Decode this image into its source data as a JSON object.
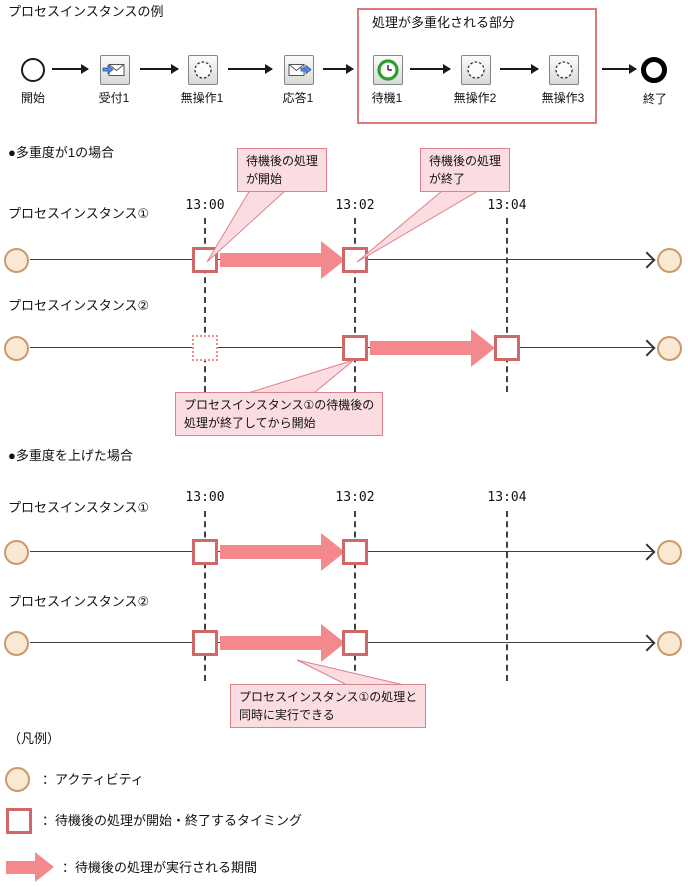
{
  "title": "プロセスインスタンスの例",
  "flow": {
    "box_label": "処理が多重化される部分",
    "nodes": {
      "start": "開始",
      "receive": "受付1",
      "noop1": "無操作1",
      "reply": "応答1",
      "wait": "待機1",
      "noop2": "無操作2",
      "noop3": "無操作3",
      "end": "終了"
    }
  },
  "times": {
    "t0": "13:00",
    "t1": "13:02",
    "t2": "13:04"
  },
  "section1": {
    "heading": "●多重度が1の場合",
    "row1_label": "プロセスインスタンス①",
    "row2_label": "プロセスインスタンス②",
    "callout_start": "待機後の処理\nが開始",
    "callout_end": "待機後の処理\nが終了",
    "callout_row2": "プロセスインスタンス①の待機後の\n処理が終了してから開始"
  },
  "section2": {
    "heading": "●多重度を上げた場合",
    "row1_label": "プロセスインスタンス①",
    "row2_label": "プロセスインスタンス②",
    "callout": "プロセスインスタンス①の処理と\n同時に実行できる"
  },
  "legend": {
    "heading": "（凡例）",
    "activity": "：アクティビティ",
    "timing": "：待機後の処理が開始・終了するタイミング",
    "period": "：待機後の処理が実行される期間"
  },
  "colors": {
    "square_border": "#D06868",
    "arrow_pink": "#F4898D",
    "callout_fill": "#FBDCE0",
    "callout_border": "#DB828C",
    "activity_fill": "#F9E9D3",
    "activity_border": "#C99A6E",
    "group_box_border": "#E07878",
    "wait_green": "#2E9E2E",
    "mail_blue": "#5588E0"
  }
}
